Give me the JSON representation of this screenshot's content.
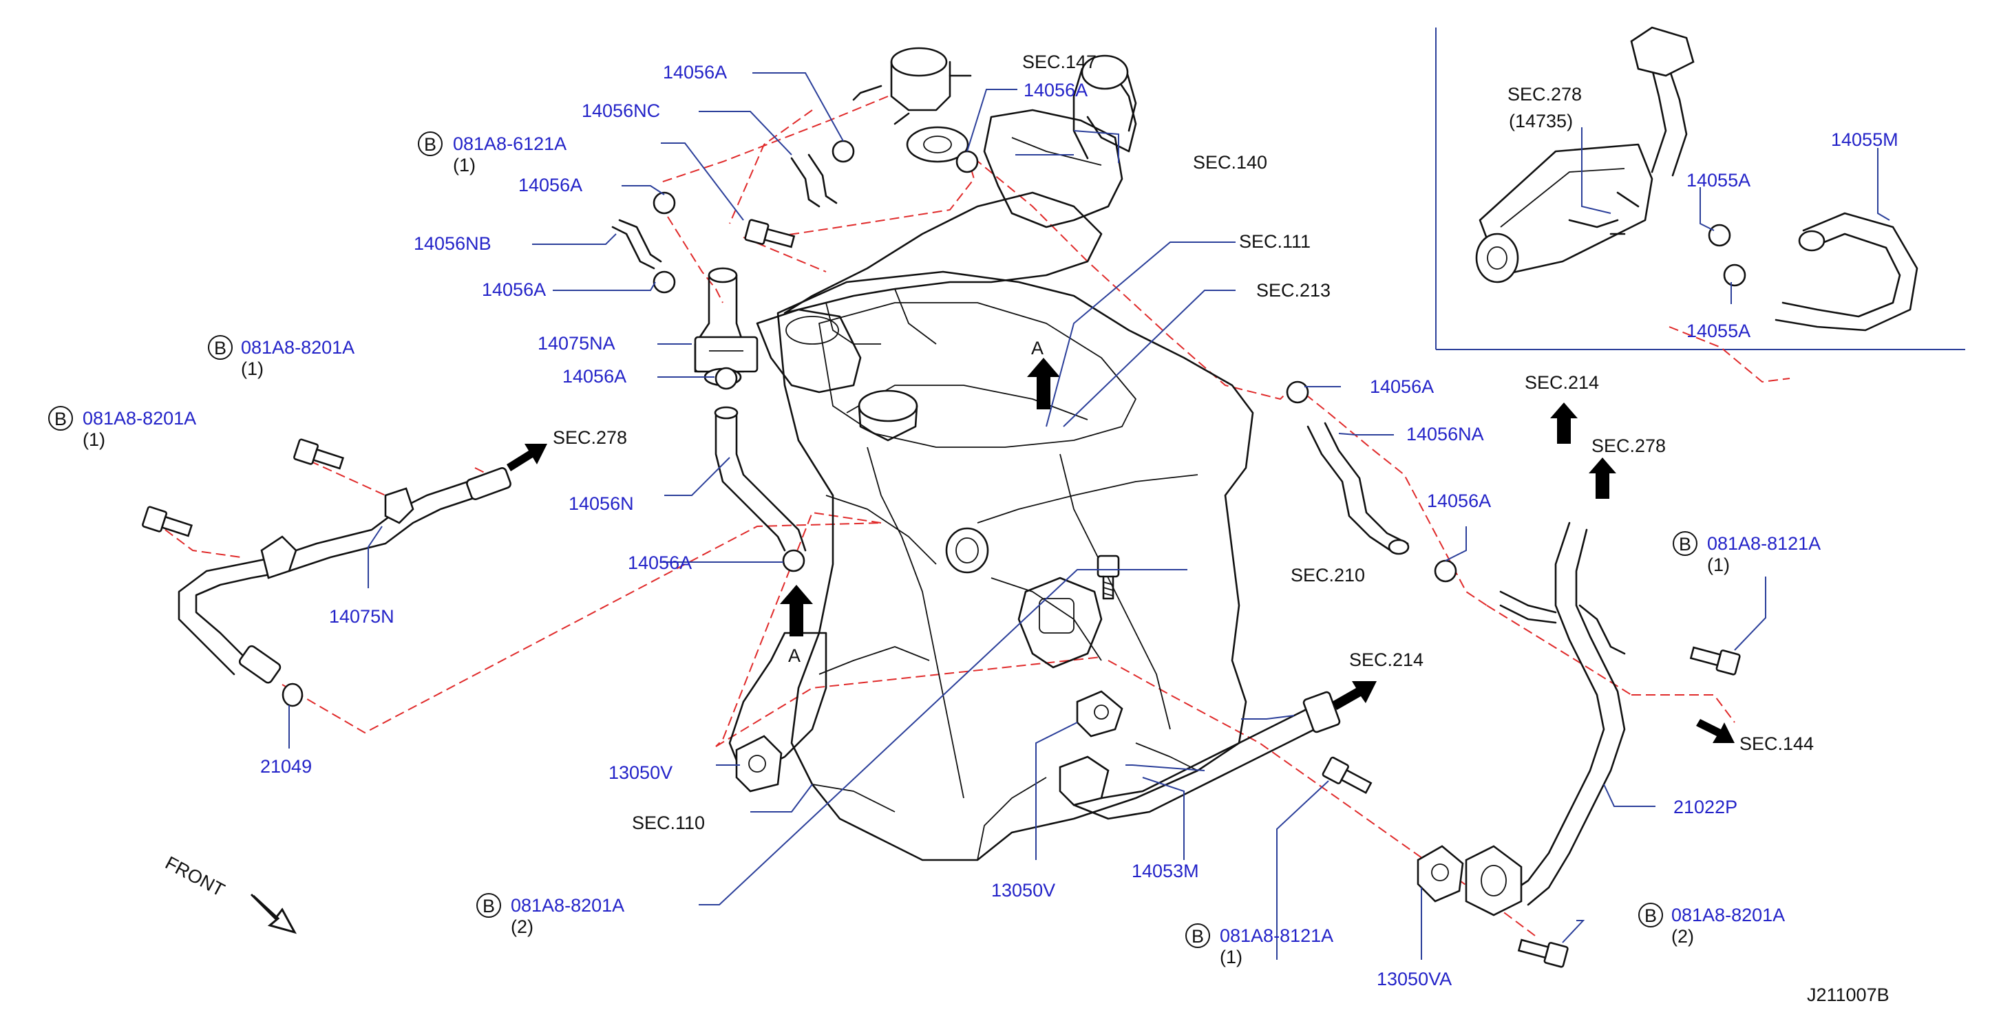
{
  "colors": {
    "part_label": "#2323c8",
    "section_label": "#111111",
    "leader": "#2b3f9a",
    "center_line": "#e02a2a"
  },
  "direction": {
    "front": "FRONT",
    "view": "A"
  },
  "bolt_marker": "B",
  "diagram_id": "J211007B",
  "labels": {
    "p14056a_1": "14056A",
    "p14056nc": "14056NC",
    "p14056a_2": "14056A",
    "b_081a8_6121a": "081A8-6121A",
    "q_6121a": "(1)",
    "p14056a_3": "14056A",
    "p14056nb": "14056NB",
    "p14056a_4": "14056A",
    "b_081a8_8201a_1": "081A8-8201A",
    "q_8201a_1": "(1)",
    "b_081a8_8201a_2": "081A8-8201A",
    "q_8201a_2": "(1)",
    "p14075na": "14075NA",
    "p14056a_5": "14056A",
    "p14056n": "14056N",
    "p14075n": "14075N",
    "p14056a_6": "14056A",
    "p21049": "21049",
    "p13050v_1": "13050V",
    "b_081a8_8201a_3": "081A8-8201A",
    "q_8201a_3": "(2)",
    "p13050v_2": "13050V",
    "p14053m": "14053M",
    "b_081a8_8121a_1": "081A8-8121A",
    "q_8121a_1": "(1)",
    "p13050va": "13050VA",
    "b_081a8_8201a_4": "081A8-8201A",
    "q_8201a_4": "(2)",
    "p21022p": "21022P",
    "b_081a8_8121a_2": "081A8-8121A",
    "q_8121a_2": "(1)",
    "p14056a_7": "14056A",
    "p14056na": "14056NA",
    "p14056a_8": "14056A",
    "p14055a_1": "14055A",
    "p14055a_2": "14055A",
    "p14055m": "14055M",
    "p14735": "(14735)"
  },
  "sections": {
    "s147": "SEC.147",
    "s140": "SEC.140",
    "s111": "SEC.111",
    "s213": "SEC.213",
    "s278_pipe": "SEC.278",
    "s210": "SEC.210",
    "s110": "SEC.110",
    "s214_pipe": "SEC.214",
    "s214_right": "SEC.214",
    "s278_right": "SEC.278",
    "s144": "SEC.144",
    "s278_inset": "SEC.278"
  }
}
